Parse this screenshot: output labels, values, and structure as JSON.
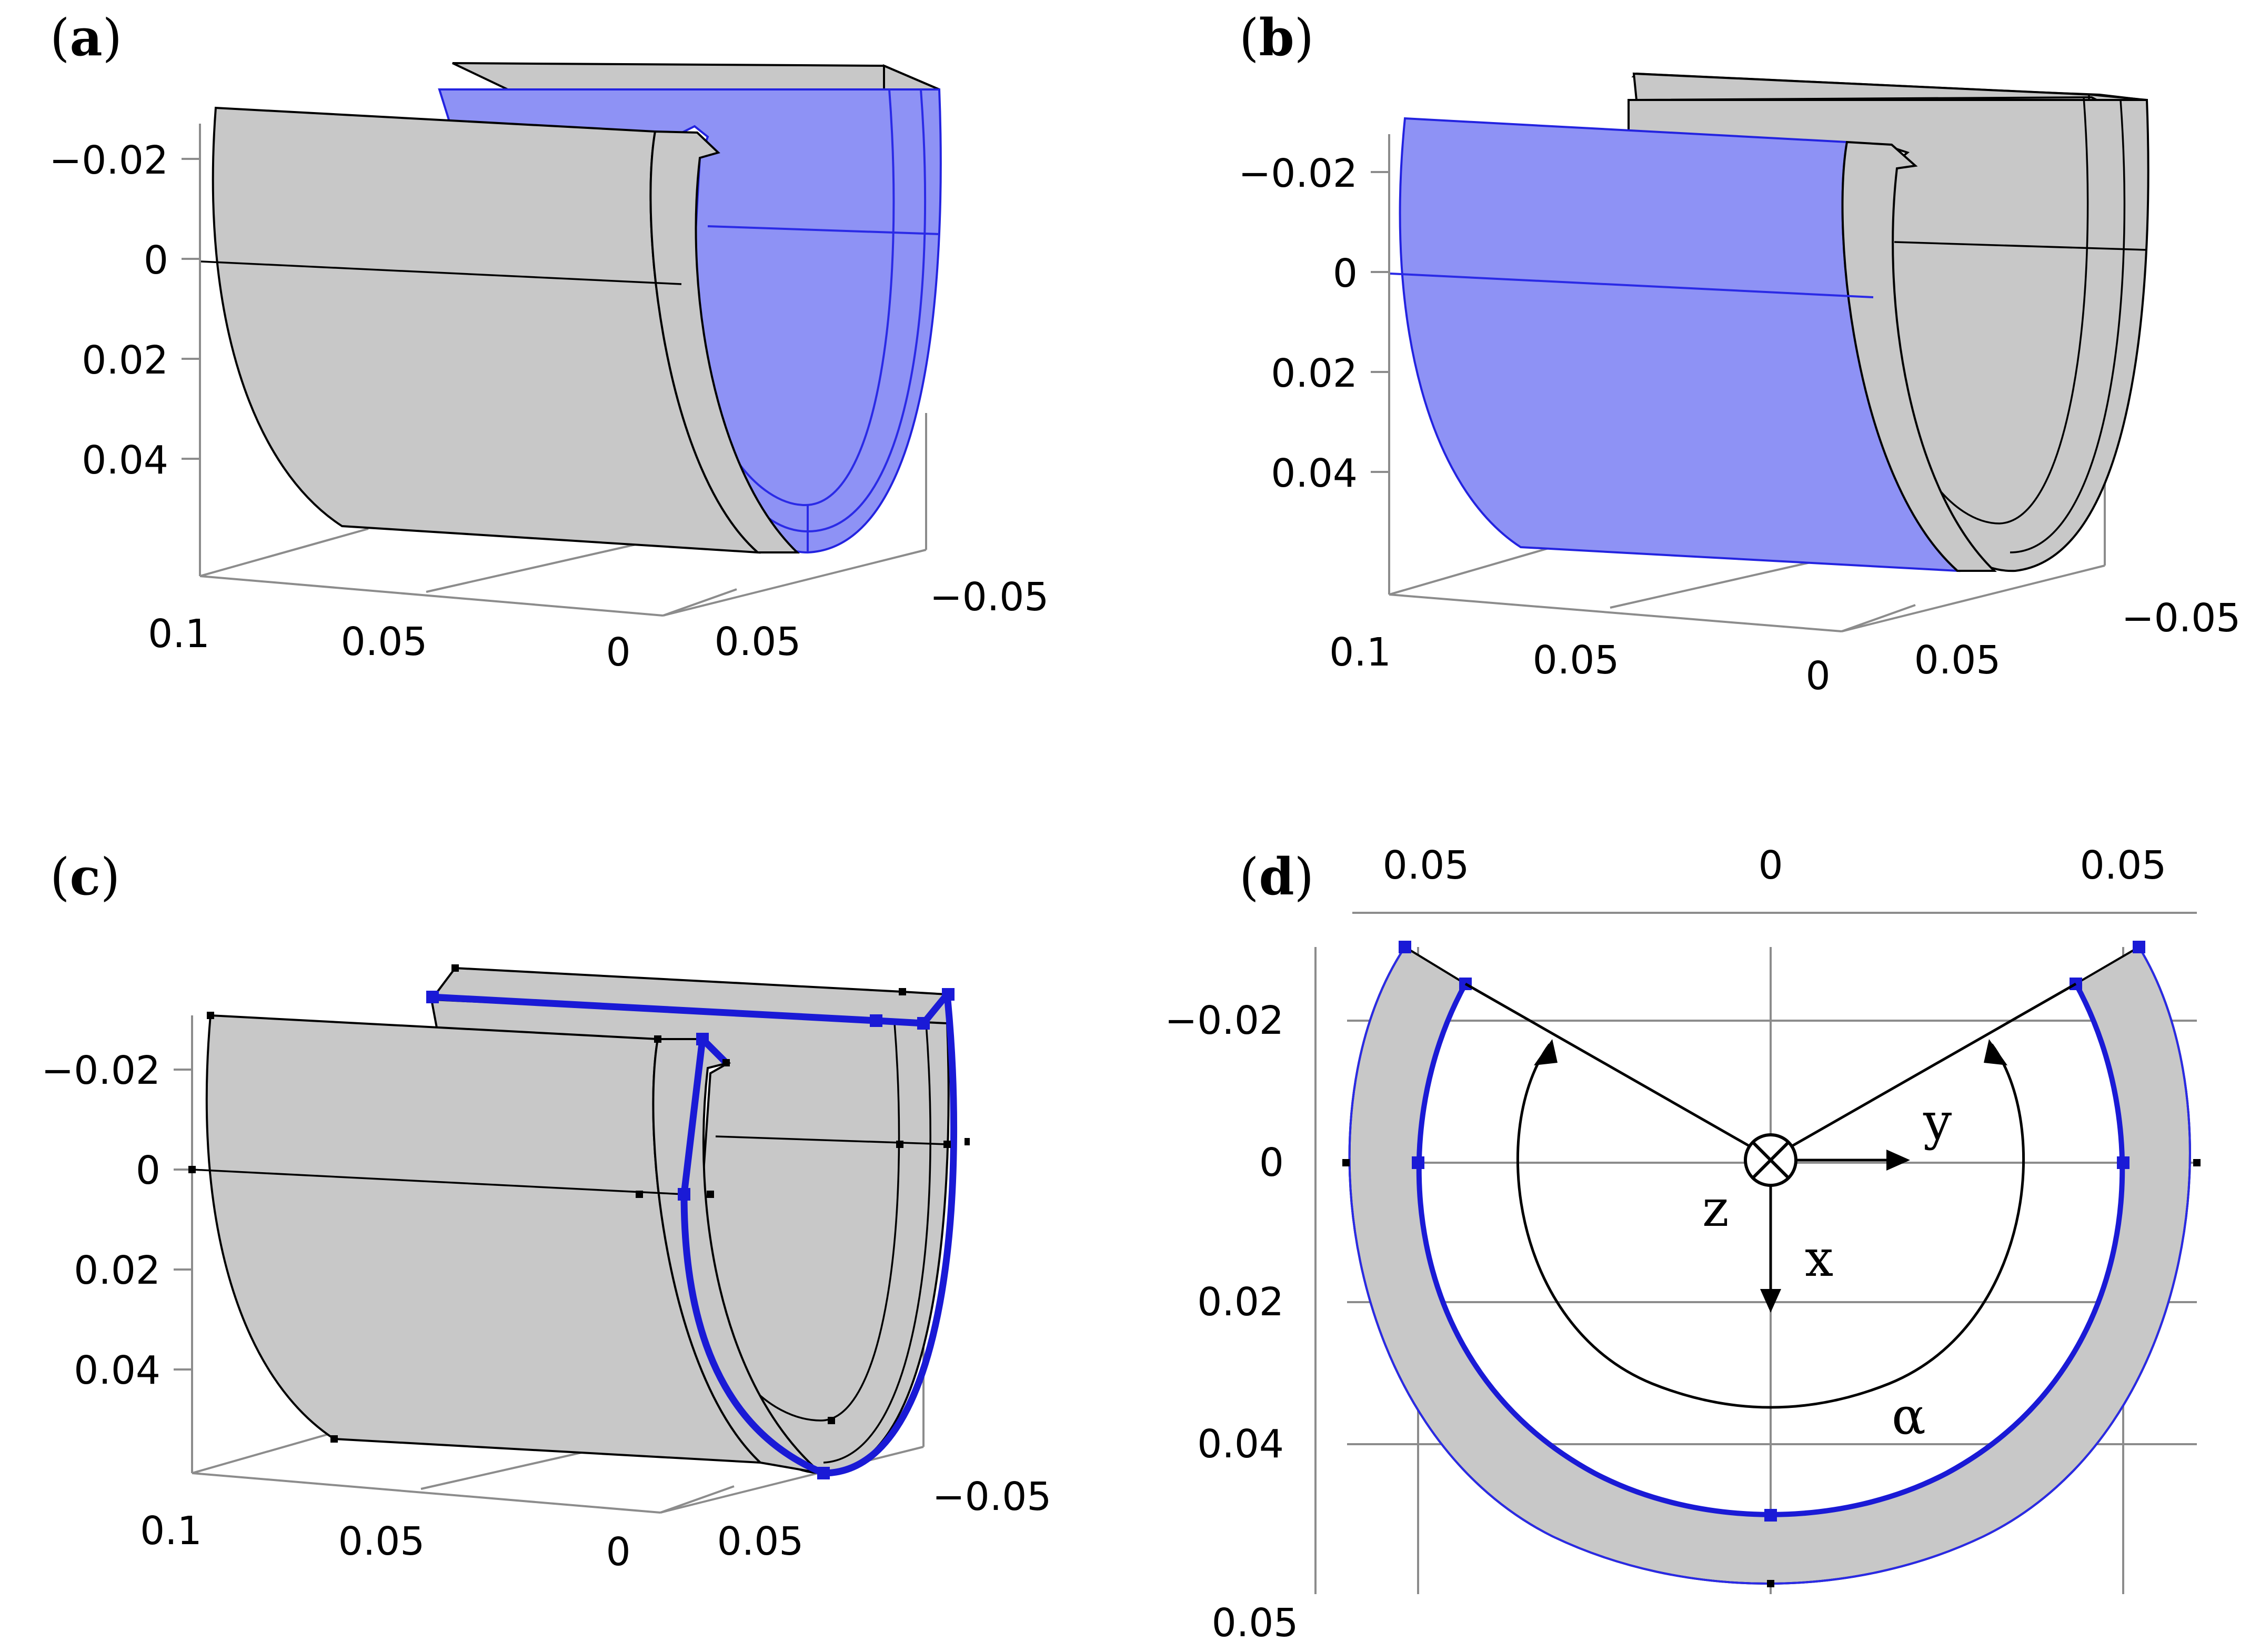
{
  "panels": {
    "a": {
      "label": "a",
      "y_ticks": [
        "−0.02",
        "0",
        "0.02",
        "0.04"
      ],
      "x_ticks": [
        "0.1",
        "0.05",
        "0",
        "0.05",
        "−0.05"
      ]
    },
    "b": {
      "label": "b",
      "y_ticks": [
        "−0.02",
        "0",
        "0.02",
        "0.04"
      ],
      "x_ticks": [
        "0.1",
        "0.05",
        "0",
        "0.05",
        "−0.05"
      ]
    },
    "c": {
      "label": "c",
      "y_ticks": [
        "−0.02",
        "0",
        "0.02",
        "0.04"
      ],
      "x_ticks": [
        "0.1",
        "0.05",
        "0",
        "0.05",
        "−0.05"
      ]
    },
    "d": {
      "label": "d",
      "top_ticks": [
        "0.05",
        "0",
        "0.05"
      ],
      "left_ticks": [
        "−0.02",
        "0",
        "0.02",
        "0.04",
        "0.05"
      ],
      "axis_symbols": {
        "y": "y",
        "x": "x",
        "z": "z",
        "alpha": "α"
      }
    }
  },
  "colors": {
    "highlight_face": "#8e92f5",
    "highlight_edge": "#1a1ad6",
    "body": "#c8c8c8"
  }
}
